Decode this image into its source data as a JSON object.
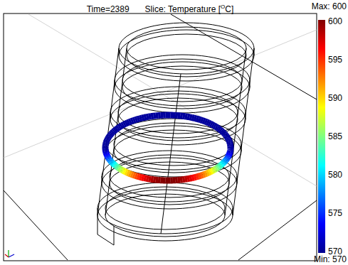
{
  "diagram": {
    "labels": [
      "Time=2389",
      "Slice: Temperature [",
      "O",
      "C]",
      "Max: 600",
      "600",
      "595",
      "590",
      "585",
      "580",
      "575",
      "570",
      "Min: 570"
    ]
  }
}
